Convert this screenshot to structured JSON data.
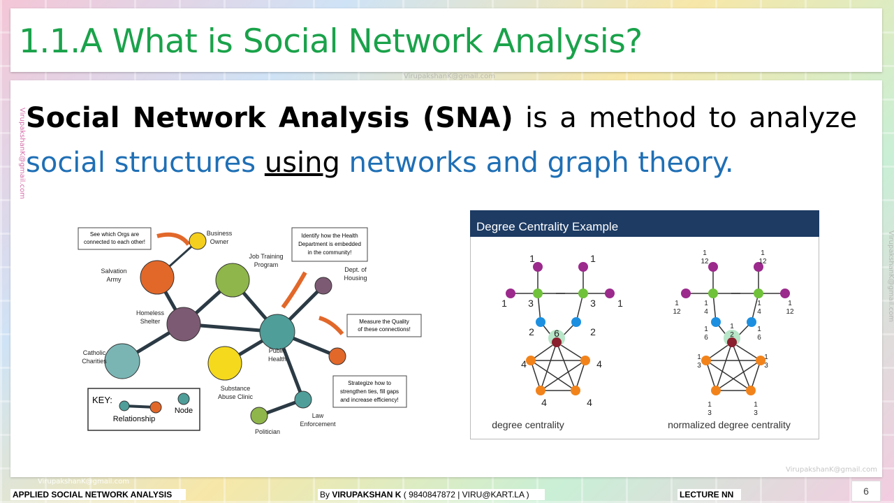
{
  "title": "1.1.A What is Social Network Analysis?",
  "watermark": "VirupakshanK@gmail.com",
  "definition": {
    "bold": "Social Network Analysis (SNA)",
    "plain": "is a method to analyze",
    "blue1": "social structures",
    "underline": "using",
    "blue2": "networks and graph theory."
  },
  "left_diagram": {
    "callouts": {
      "orgs": [
        "See which Orgs are",
        "connected to each other!"
      ],
      "health": [
        "Identify how the Health",
        "Department is embedded",
        "in the community!"
      ],
      "quality": [
        "Measure the Quality",
        "of these connections!"
      ],
      "strategize": [
        "Strategize how to",
        "strengthen ties, fill gaps",
        "and increase efficiency!"
      ]
    },
    "nodes": {
      "business_owner": [
        "Business",
        "Owner"
      ],
      "salvation_army": [
        "Salvation",
        "Army"
      ],
      "job_training": [
        "Job Training",
        "Program"
      ],
      "dept_housing": [
        "Dept. of",
        "Housing"
      ],
      "homeless_shelter": [
        "Homeless",
        "Shelter"
      ],
      "catholic_charities": [
        "Catholic",
        "Charities"
      ],
      "public_health": [
        "Public",
        "Health"
      ],
      "substance_abuse": [
        "Substance",
        "Abuse Clinic"
      ],
      "law_enforcement": [
        "Law",
        "Enforcement"
      ],
      "politician": "Politician"
    },
    "key": {
      "title": "KEY:",
      "relationship": "Relationship",
      "node": "Node"
    }
  },
  "right_diagram": {
    "header": "Degree Centrality Example",
    "left_caption": "degree centrality",
    "right_caption": "normalized degree centrality",
    "degree_labels": {
      "leaf": "1",
      "green": "3",
      "blue": "2",
      "center": "6",
      "orange": "4"
    },
    "normalized_labels": {
      "leaf": [
        "1",
        "12"
      ],
      "green": [
        "1",
        "4"
      ],
      "blue": [
        "1",
        "6"
      ],
      "center": [
        "1",
        "2"
      ],
      "orange": [
        "1",
        "3"
      ]
    }
  },
  "footer": {
    "course": "APPLIED SOCIAL NETWORK ANALYSIS",
    "by_prefix": "By ",
    "author": "VIRUPAKSHAN K",
    "contact": " ( 9840847872 | VIRU@KART.LA )",
    "lecture": "LECTURE NN",
    "page": "6"
  },
  "colors": {
    "title_green": "#1aa24a",
    "accent_blue": "#1f6fb5",
    "header_navy": "#1d3b63",
    "purple": "#9b2a8c",
    "green_node": "#6fc23a",
    "blue_node": "#1d8fe0",
    "center_node": "#8a1f2e",
    "orange_node": "#f2831b"
  }
}
